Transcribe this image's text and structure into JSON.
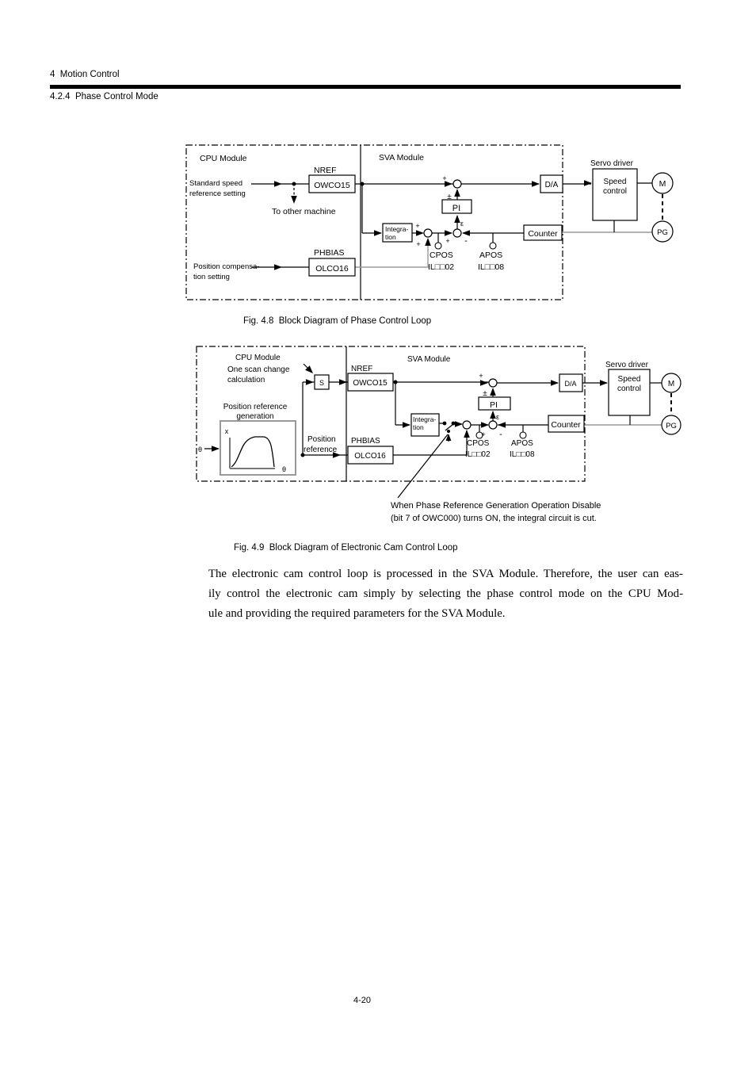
{
  "page": {
    "chapter": "4  Motion Control",
    "section": "4.2.4  Phase Control Mode",
    "page_number": "4-20"
  },
  "fig48": {
    "caption": "Fig. 4.8  Block Diagram of Phase Control Loop",
    "labels": {
      "cpu_module": "CPU Module",
      "sva_module": "SVA Module",
      "standard_speed_1": "Standard speed",
      "standard_speed_2": "reference setting",
      "to_other_machine": "To other machine",
      "nref": "NREF",
      "owc015": "OWCO15",
      "position_comp_1": "Position compensa-",
      "position_comp_2": "tion setting",
      "phbias": "PHBIAS",
      "olco16": "OLCO16",
      "integration_1": "Integra-",
      "integration_2": "tion",
      "pi": "PI",
      "da": "D/A",
      "counter": "Counter",
      "cpos": "CPOS",
      "cpos_register": "IL□□02",
      "apos": "APOS",
      "apos_register": "IL□□08",
      "servo_driver": "Servo driver",
      "speed_control_1": "Speed",
      "speed_control_2": "control",
      "motor": "M",
      "encoder": "PG",
      "plus": "+",
      "minus": "-",
      "plus_minus": "±",
      "epsilon": "ε"
    }
  },
  "fig49": {
    "caption": "Fig. 4.9  Block Diagram of Electronic Cam Control Loop",
    "note_1": "When Phase Reference Generation Operation Disable",
    "note_2": "(bit 7 of OWC000) turns ON, the integral circuit is cut.",
    "labels": {
      "cpu_module": "CPU Module",
      "sva_module": "SVA Module",
      "one_scan_1": "One scan change",
      "one_scan_2": "calculation",
      "scan_block": "S",
      "pos_ref_gen_1": "Position reference",
      "pos_ref_gen_2": "generation",
      "position_ref_1": "Position",
      "position_ref_2": "reference",
      "theta": "θ",
      "x_axis": "x",
      "nref": "NREF",
      "owc015": "OWCO15",
      "phbias": "PHBIAS",
      "olco16": "OLCO16",
      "integration_1": "Integra-",
      "integration_2": "tion",
      "pi": "PI",
      "da": "D/A",
      "counter": "Counter",
      "cpos": "CPOS",
      "cpos_register": "IL□□02",
      "apos": "APOS",
      "apos_register": "IL□□08",
      "servo_driver": "Servo driver",
      "speed_control_1": "Speed",
      "speed_control_2": "control",
      "motor": "M",
      "encoder": "PG",
      "plus": "+",
      "minus": "-",
      "plus_minus": "±",
      "epsilon": "ε"
    }
  },
  "body_text": {
    "line1": "The electronic cam control loop is processed in the SVA Module. Therefore, the user can eas-",
    "line2": "ily control the electronic cam simply by selecting the phase control mode on the CPU Mod-",
    "line3": "ule and providing the required parameters for the SVA Module."
  }
}
